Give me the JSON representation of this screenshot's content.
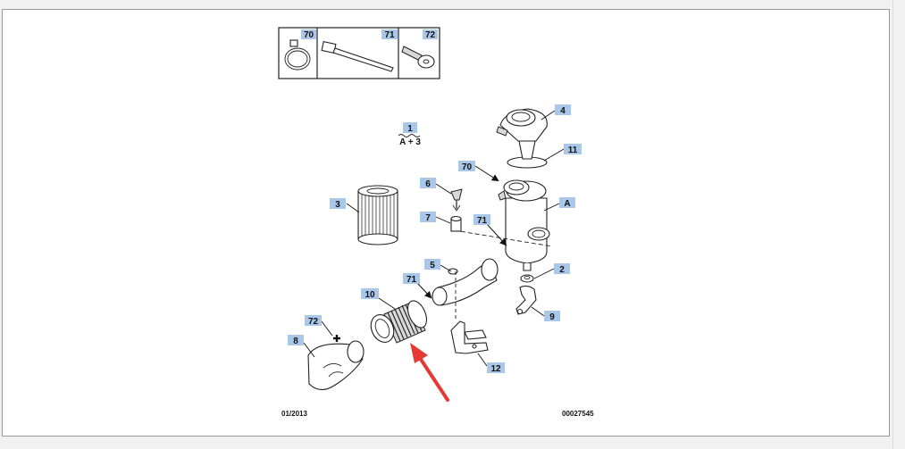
{
  "legend_parts": [
    "70",
    "71",
    "72"
  ],
  "callouts": {
    "c1": "1",
    "c2": "2",
    "c3": "3",
    "c4": "4",
    "c5": "5",
    "c6": "6",
    "c7": "7",
    "c8": "8",
    "c9": "9",
    "c10": "10",
    "c11": "11",
    "c12": "12",
    "cA": "A",
    "c70": "70",
    "c71a": "71",
    "c71b": "71",
    "c72": "72"
  },
  "assembly_note": "A + 3",
  "footer": {
    "date": "01/2013",
    "reference": "00027545"
  },
  "colors": {
    "label_fill": "#a9c7e8",
    "arrow": "#e53935",
    "border": "#9a9a9a"
  },
  "icons": [
    "hose-clamp-icon",
    "cable-tie-icon",
    "push-rivet-icon",
    "plus-icon",
    "red-pointer-arrow-icon"
  ]
}
